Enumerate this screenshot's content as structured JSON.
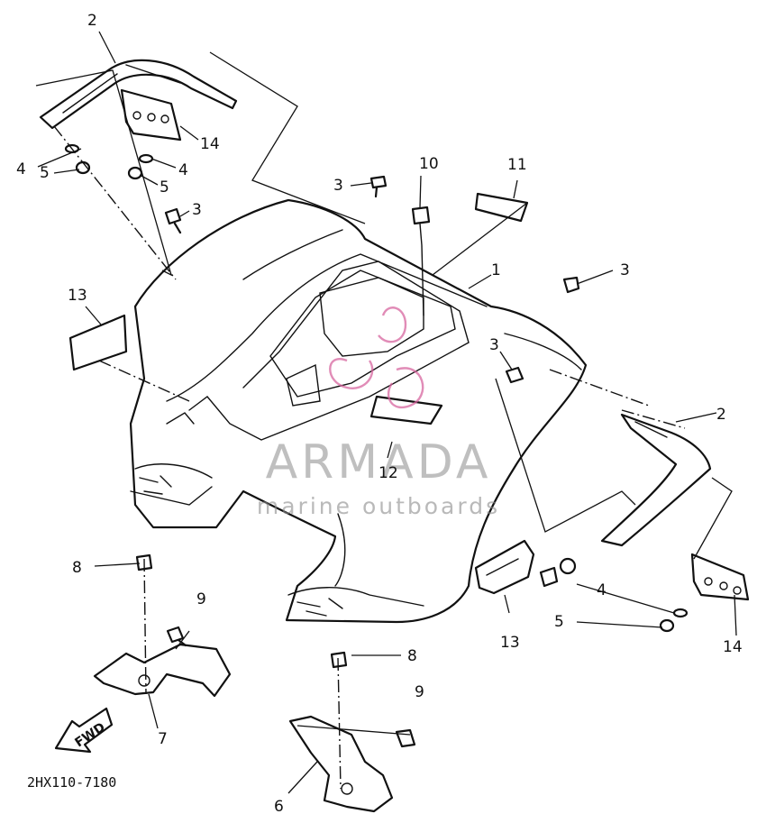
{
  "diagram": {
    "callouts": [
      {
        "id": "c2a",
        "label": "2"
      },
      {
        "id": "c14a",
        "label": "14"
      },
      {
        "id": "c4a",
        "label": "4"
      },
      {
        "id": "c5a",
        "label": "5"
      },
      {
        "id": "c4b",
        "label": "4"
      },
      {
        "id": "c5b",
        "label": "5"
      },
      {
        "id": "c3a",
        "label": "3"
      },
      {
        "id": "c3b",
        "label": "3"
      },
      {
        "id": "c10",
        "label": "10"
      },
      {
        "id": "c11",
        "label": "11"
      },
      {
        "id": "c1",
        "label": "1"
      },
      {
        "id": "c3c",
        "label": "3"
      },
      {
        "id": "c3d",
        "label": "3"
      },
      {
        "id": "c13a",
        "label": "13"
      },
      {
        "id": "c2b",
        "label": "2"
      },
      {
        "id": "c12",
        "label": "12"
      },
      {
        "id": "c8a",
        "label": "8"
      },
      {
        "id": "c9a",
        "label": "9"
      },
      {
        "id": "c4c",
        "label": "4"
      },
      {
        "id": "c5c",
        "label": "5"
      },
      {
        "id": "c13b",
        "label": "13"
      },
      {
        "id": "c14b",
        "label": "14"
      },
      {
        "id": "c8b",
        "label": "8"
      },
      {
        "id": "c9b",
        "label": "9"
      },
      {
        "id": "c7",
        "label": "7"
      },
      {
        "id": "c6",
        "label": "6"
      }
    ],
    "direction_label": "FWD",
    "drawing_code": "2HX110-7180"
  },
  "watermark": {
    "brand": "ARMADA",
    "tagline": "marine outboards",
    "color": "#d7669f"
  }
}
